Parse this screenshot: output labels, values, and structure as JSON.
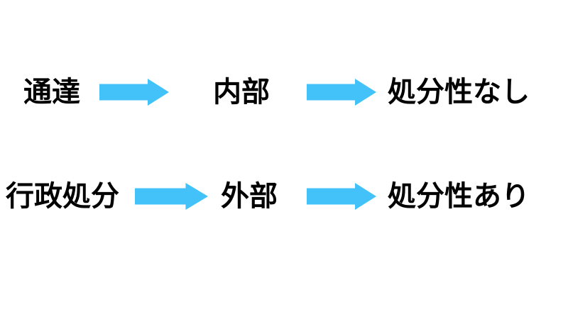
{
  "diagram": {
    "background_color": "#ffffff",
    "text_color": "#000000",
    "arrow_color": "#42C2F8",
    "icons": {
      "arrow_right": "→"
    },
    "rows": [
      {
        "source": "通達",
        "scope": "内部",
        "result": "処分性なし"
      },
      {
        "source": "行政処分",
        "scope": "外部",
        "result": "処分性あり"
      }
    ]
  }
}
